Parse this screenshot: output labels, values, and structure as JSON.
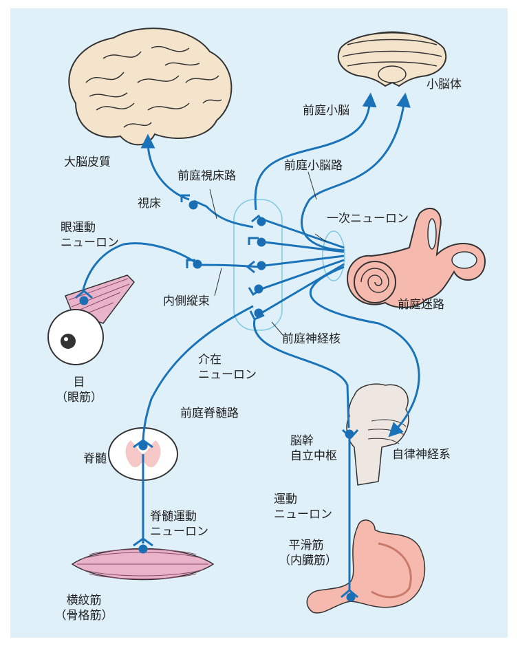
{
  "labels": {
    "cerebral_cortex": "大脳皮質",
    "thalamus": "視床",
    "vestibulothalamic_tract": "前庭視床路",
    "vestibulocerebellum": "前庭小脳",
    "vestibulocerebellar_tract": "前庭小脳路",
    "cerebellum_body": "小脳体",
    "primary_neuron": "一次ニューロン",
    "oculomotor_neuron_1": "眼運動",
    "oculomotor_neuron_2": "ニューロン",
    "mlf": "内側縦束",
    "eye_1": "目",
    "eye_2": "（眼筋）",
    "labyrinth": "前庭迷路",
    "vestibular_nuclei": "前庭神経核",
    "interneuron_1": "介在",
    "interneuron_2": "ニューロン",
    "vestibulospinal_tract": "前庭脊髄路",
    "brainstem_1": "脳幹",
    "brainstem_2": "自立中枢",
    "autonomic": "自律神経系",
    "spinal_cord": "脊髄",
    "spinal_motor_1": "脊髄運動",
    "spinal_motor_2": "ニューロン",
    "motor_neuron_1": "運動",
    "motor_neuron_2": "ニューロン",
    "smooth_muscle_1": "平滑筋",
    "smooth_muscle_2": "（内臓筋）",
    "striated_1": "横紋筋",
    "striated_2": "（骨格筋）"
  },
  "colors": {
    "background": "#dff0f9",
    "pathway": "#1a73b8",
    "neuron_dot": "#1a6fb4",
    "nucleus_outline": "#7ec8e3",
    "brain": "#f4e4cc",
    "organ_pink": "#f5b9ad",
    "muscle_pink": "#e9b3c9"
  }
}
